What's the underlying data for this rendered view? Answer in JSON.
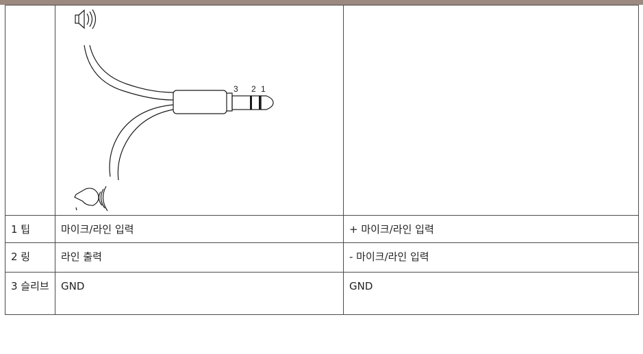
{
  "colors": {
    "top_bar": "#9c8a80",
    "border": "#4a4a4a",
    "text": "#222222"
  },
  "diagram": {
    "pin_numbers": [
      "3",
      "2",
      "1"
    ],
    "icons": [
      "speaker-icon",
      "microphone-icon",
      "trs-plug"
    ]
  },
  "rows": [
    {
      "pin": "1 팁",
      "col_a": "마이크/라인 입력",
      "col_b": "+ 마이크/라인 입력"
    },
    {
      "pin": "2 링",
      "col_a": "라인 출력",
      "col_b": "- 마이크/라인 입력"
    },
    {
      "pin": "3 슬리브",
      "col_a": "GND",
      "col_b": "GND"
    }
  ]
}
